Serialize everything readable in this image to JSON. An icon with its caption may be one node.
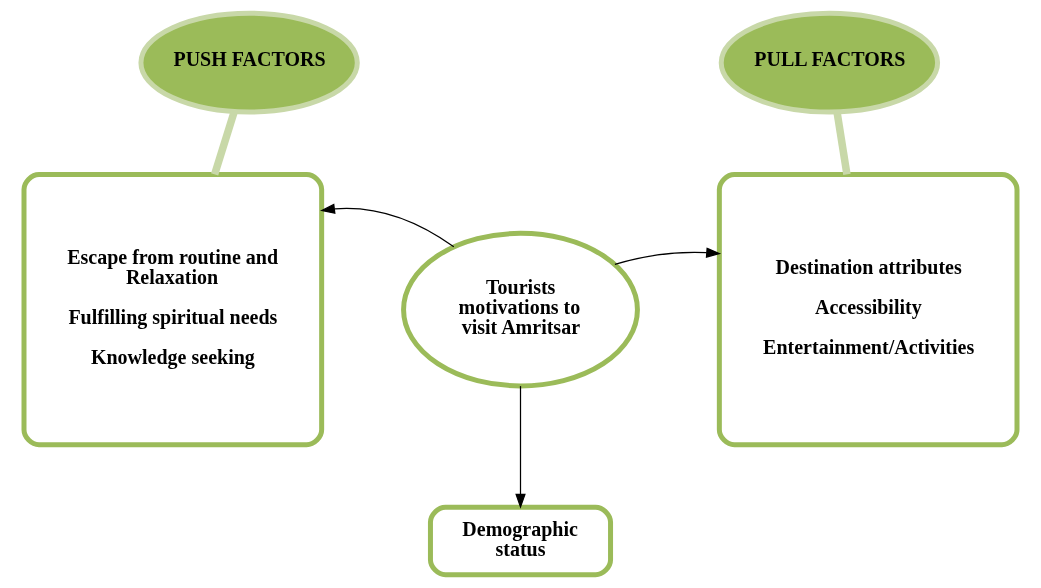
{
  "diagram": {
    "nodes": [
      {
        "text": [
          "PUSH FACTORS"
        ]
      },
      {
        "text": [
          "Escape from routine and Relaxation",
          "Fulfilling spiritual needs",
          "Knowledge seeking"
        ]
      },
      {
        "text": [
          "Tourists motivations to visit Amritsar"
        ]
      },
      {
        "text": [
          "PULL FACTORS"
        ]
      },
      {
        "text": [
          "Destination attributes",
          "Accessibility",
          "Entertainment/Activities"
        ]
      },
      {
        "text": [
          "Demographic status"
        ]
      }
    ],
    "edges": [
      {
        "from": 0,
        "to": 1,
        "arrow": "none",
        "style": "thick",
        "color": "#c8d8a8"
      },
      {
        "from": 3,
        "to": 4,
        "arrow": "none",
        "style": "thick",
        "color": "#c8d8a8"
      },
      {
        "from": 2,
        "to": 1,
        "arrow": "to"
      },
      {
        "from": 2,
        "to": 4,
        "arrow": "to"
      },
      {
        "from": 2,
        "to": 5,
        "arrow": "to"
      }
    ]
  }
}
